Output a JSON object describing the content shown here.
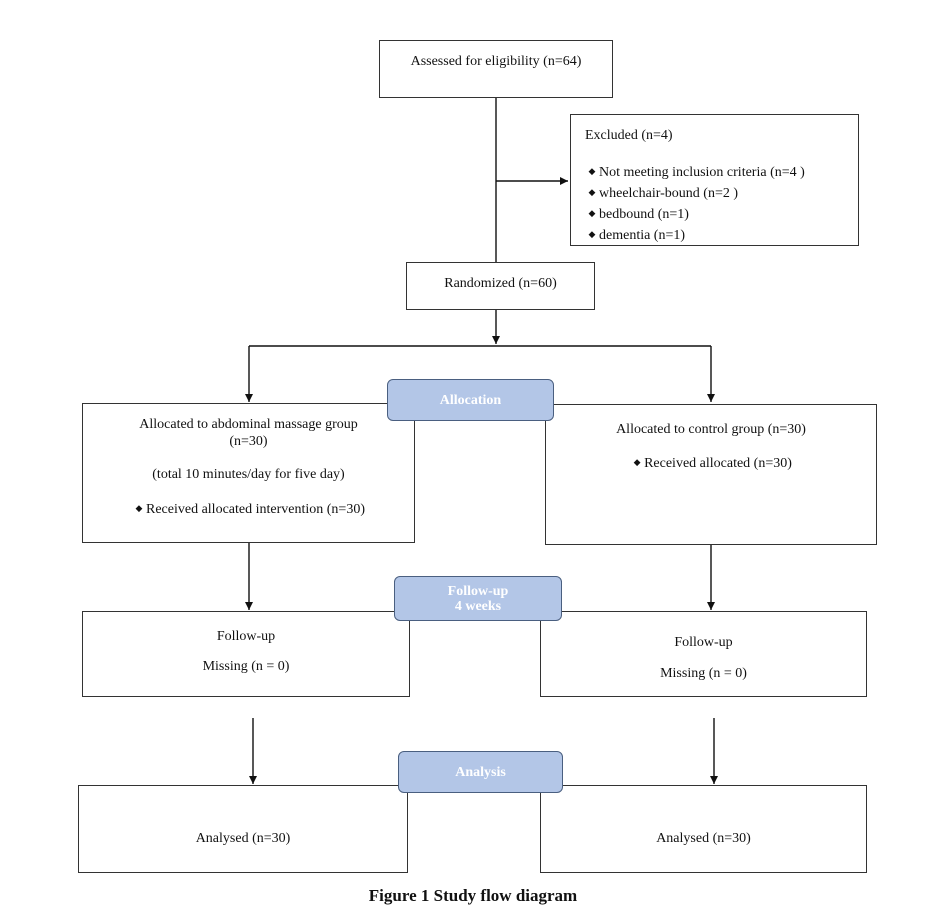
{
  "assessed": "Assessed for eligibility (n=64)",
  "excluded": {
    "title": "Excluded (n=4)",
    "items": [
      "Not meeting inclusion criteria (n=4 )",
      "wheelchair-bound (n=2 )",
      "bedbound (n=1)",
      "dementia (n=1)"
    ]
  },
  "randomized": "Randomized (n=60)",
  "stages": {
    "allocation": "Allocation",
    "followup_line1": "Follow-up",
    "followup_line2": "4 weeks",
    "analysis": "Analysis"
  },
  "massage_group": {
    "title_line1": "Allocated to abdominal massage group",
    "title_line2": "(n=30)",
    "detail": "(total 10 minutes/day for five day)",
    "received": "Received allocated intervention (n=30)"
  },
  "control_group": {
    "title": "Allocated to control group (n=30)",
    "received": "Received allocated (n=30)"
  },
  "followup_left": {
    "label": "Follow-up",
    "missing": "Missing (n = 0)"
  },
  "followup_right": {
    "label": "Follow-up",
    "missing": "Missing (n = 0)"
  },
  "analysed_left": "Analysed (n=30)",
  "analysed_right": "Analysed (n=30)",
  "caption": "Figure 1 Study flow diagram",
  "colors": {
    "stage_fill": "#b3c6e7",
    "stage_border": "#4a5f80",
    "line": "#111111"
  }
}
